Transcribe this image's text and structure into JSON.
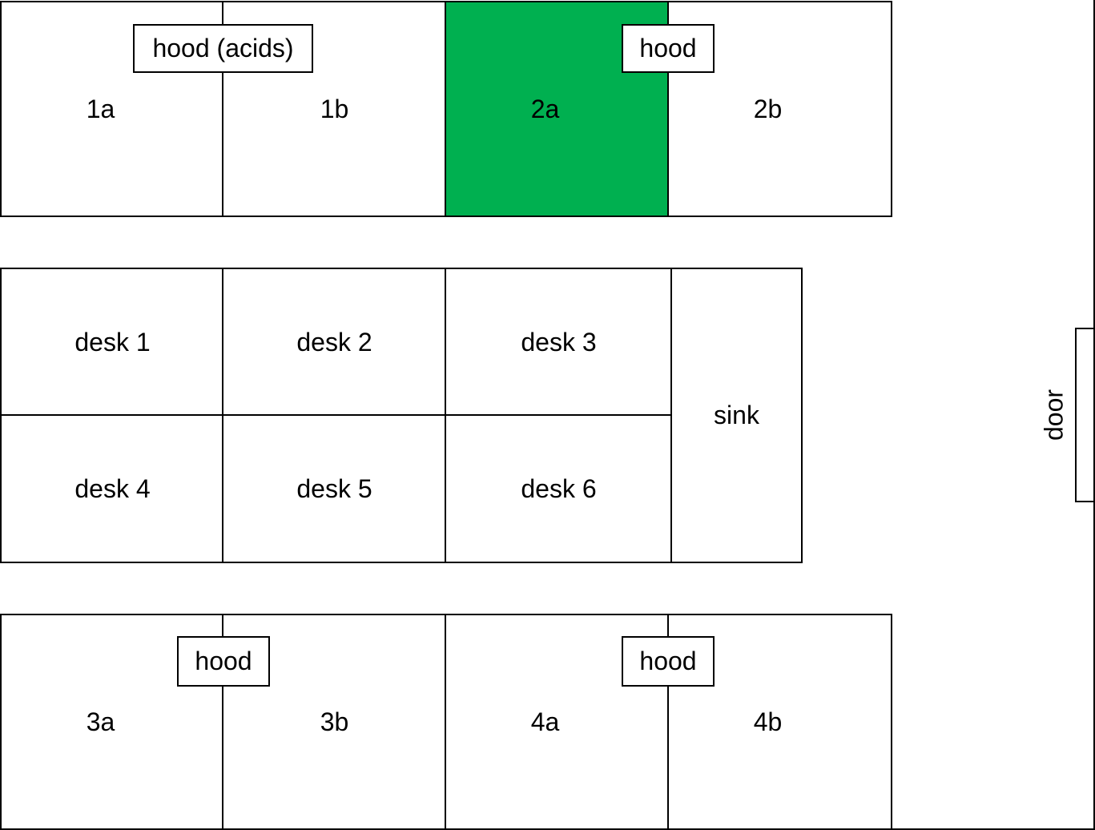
{
  "colors": {
    "highlight": "#00B050",
    "line": "#000000"
  },
  "top_row": [
    {
      "id": "1a",
      "label": "1a",
      "highlighted": false
    },
    {
      "id": "1b",
      "label": "1b",
      "highlighted": false
    },
    {
      "id": "2a",
      "label": "2a",
      "highlighted": true
    },
    {
      "id": "2b",
      "label": "2b",
      "highlighted": false
    }
  ],
  "bottom_row": [
    {
      "id": "3a",
      "label": "3a"
    },
    {
      "id": "3b",
      "label": "3b"
    },
    {
      "id": "4a",
      "label": "4a"
    },
    {
      "id": "4b",
      "label": "4b"
    }
  ],
  "hoods": [
    "hood (acids)",
    "hood",
    "hood",
    "hood"
  ],
  "desks": [
    "desk 1",
    "desk 2",
    "desk 3",
    "desk 4",
    "desk 5",
    "desk 6"
  ],
  "sink": "sink",
  "door": "door"
}
